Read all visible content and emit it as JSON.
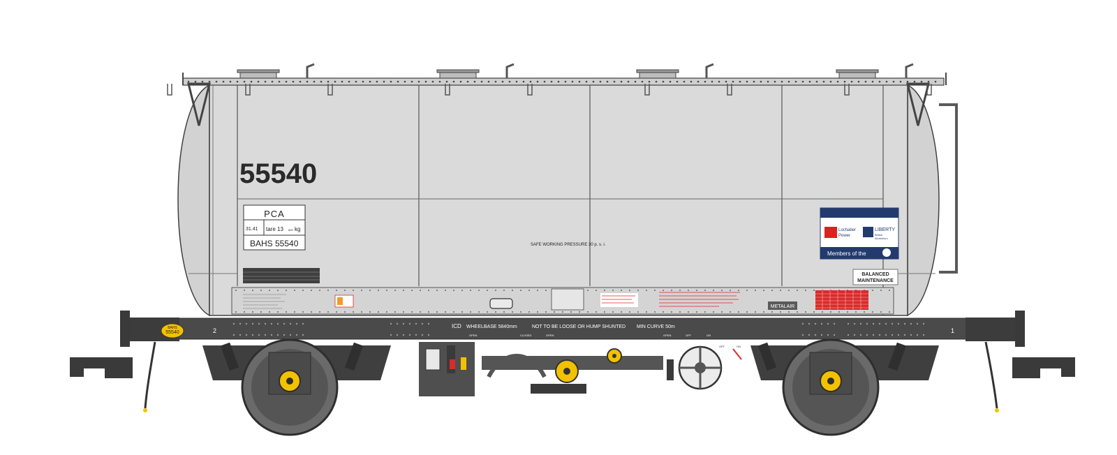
{
  "wagon": {
    "number": "55540",
    "tops_code": "PCA",
    "weight": "31.41",
    "tare": "tare 13",
    "tare_small": "600",
    "tare_unit": "kg",
    "owner_number": "BAHS  55540",
    "safe_pressure": "SAFE WORKING PRESSURE 30 p. s. i.",
    "balanced_line1": "BALANCED",
    "balanced_line2": "MAINTENANCE",
    "metalair": "METALAIR",
    "icd": "ICD",
    "wheelbase": "WHEELBASE 5840mm",
    "hump_warning": "NOT TO BE LOOSE OR HUMP SHUNTED",
    "min_curve": "MIN CURVE 50m",
    "end_number_left": "2",
    "end_number_right": "1",
    "buffer_badge_top": "BAHS",
    "buffer_badge_bottom": "55540",
    "valve_open_1": "OPEN",
    "valve_closed": "CLOSED",
    "valve_open_2": "OPEN",
    "valve_open_3": "OPEN",
    "valve_off_1": "OFF",
    "valve_on_1": "ON",
    "valve_off_2": "OFF",
    "valve_on_2": "ON"
  },
  "logo": {
    "company_line1": "Lochaber",
    "company_line2": "Power",
    "brand": "LIBERTY",
    "brand_sub1": "British",
    "brand_sub2": "Aluminium",
    "members": "Members of the"
  },
  "colors": {
    "tank": "#dadada",
    "tank_outline": "#404040",
    "underframe": "#4a4a4a",
    "logo_navy": "#233a6e",
    "logo_red": "#e02020",
    "warning_red": "#d92b2b",
    "axle_yellow": "#f2c200",
    "bogie_dark": "#3a3a3a"
  }
}
